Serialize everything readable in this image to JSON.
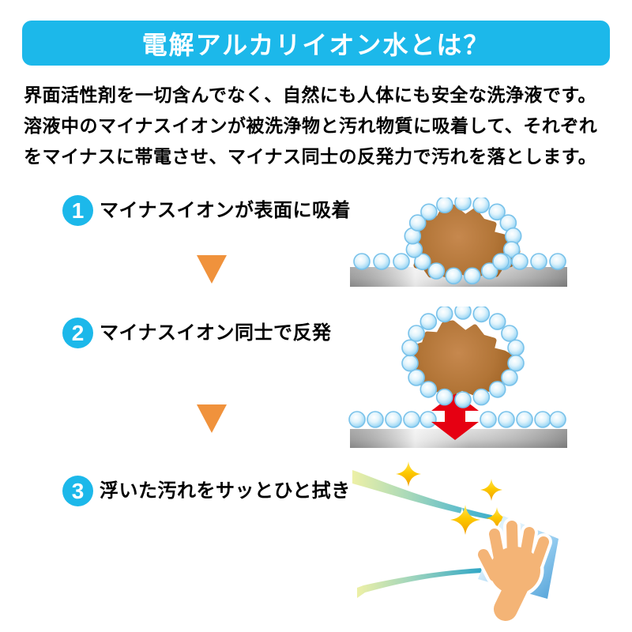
{
  "header": {
    "title": "電解アルカリイオン水とは？",
    "background_color": "#1CB8EA",
    "text_color": "#FFFFFF"
  },
  "intro": {
    "lines": [
      "界面活性剤を一切含んでなく、自然にも人体にも安全な洗浄液です。",
      "溶液中のマイナスイオンが被洗浄物と汚れ物質に吸着して、それぞれ",
      "をマイナスに帯電させ、マイナス同士の反発力で汚れを落とします。"
    ]
  },
  "steps": [
    {
      "number": "1",
      "label": "マイナスイオンが表面に吸着",
      "illustration": "dirt-on-surface-surrounded-by-minus-ions"
    },
    {
      "number": "2",
      "label": "マイナスイオン同士で反発",
      "illustration": "dirt-repelled-off-surface-red-arrow"
    },
    {
      "number": "3",
      "label": "浮いた汚れをサッとひと拭き",
      "illustration": "hand-wiping-with-blue-cloth-sparkles"
    }
  ],
  "icons": {
    "down-arrow": "orange triangle separator",
    "minus-ion": "light blue sphere",
    "dirt-blob": "brown dirt clump",
    "surface-bar": "gray metallic surface",
    "repulsion-arrow": "red double-headed vertical arrow",
    "sparkle": "gold four-point star",
    "wipe-cloth": "blue cloth square",
    "hand": "tan hand with white outline",
    "swoosh": "yellow-to-teal wiping trail"
  },
  "colors": {
    "accent_cyan": "#1CB8EA",
    "triangle_orange": "#F0923C",
    "arrow_red": "#E60012",
    "dirt_brown": "#A5661F",
    "ion_blue": "#79C2EA",
    "star_gold": "#FDCB00",
    "cloth_blue": "#4E9FD6",
    "hand_tan": "#F4B476",
    "surface_gray": "#AEAEAE",
    "text_black": "#000000",
    "background": "#FFFFFF"
  }
}
